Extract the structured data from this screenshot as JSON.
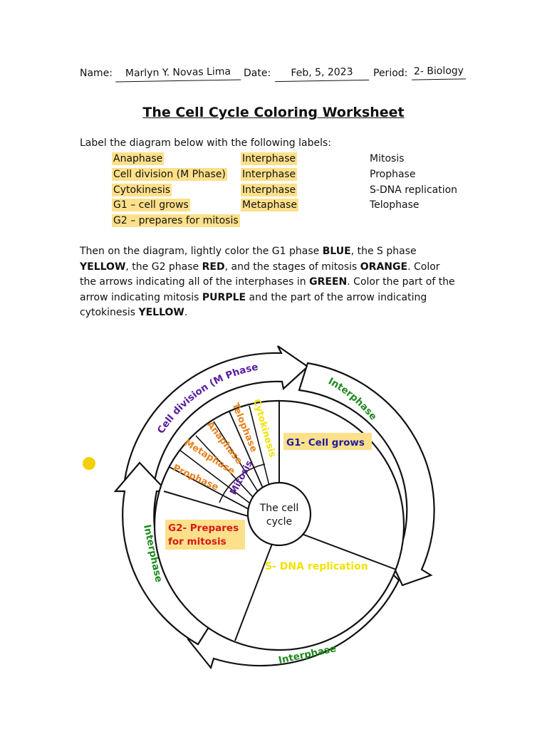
{
  "header": {
    "name_label": "Name:",
    "name_value": "Marlyn Y. Novas Lima",
    "date_label": "Date:",
    "date_value": "Feb, 5, 2023",
    "period_label": "Period:",
    "period_value": "2- Biology"
  },
  "title": "The Cell Cycle Coloring Worksheet",
  "instruction": "Label the diagram below with the following labels:",
  "labels": {
    "col1": [
      "Anaphase",
      "Cell division (M Phase)",
      "Cytokinesis",
      "G1 – cell grows",
      "G2 – prepares for mitosis"
    ],
    "col2": [
      "Interphase",
      "Interphase",
      "Interphase",
      "Metaphase"
    ],
    "col3": [
      "Mitosis",
      "Prophase",
      "S-DNA replication",
      "Telophase"
    ]
  },
  "paragraph": {
    "t1": "Then on the diagram, lightly color the G1 phase ",
    "b1": "BLUE",
    "t2": ", the S phase ",
    "b2": "YELLOW",
    "t3": ", the G2 phase ",
    "b3": "RED",
    "t4": ", and the stages of mitosis ",
    "b4": "ORANGE",
    "t5": ".  Color the arrows indicating all of the interphases in ",
    "b5": "GREEN",
    "t6": ".  Color the part of the arrow indicating mitosis ",
    "b6": "PURPLE",
    "t7": " and the part of the arrow indicating cytokinesis ",
    "b7": "YELLOW",
    "t8": "."
  },
  "diagram": {
    "center": "The cell cycle",
    "center_line1": "The cell",
    "center_line2": "cycle",
    "g1": "G1- Cell grows",
    "g2_line1": "G2- Prepares",
    "g2_line2": "for mitosis",
    "s": "S- DNA replication",
    "prophase": "Prophase",
    "metaphase": "Metaphase",
    "anaphase": "Anaphase",
    "telophase": "Telophase",
    "mitosis": "Mitosis",
    "cytokinesis": "Cytokinesis",
    "cell_division": "Cell division (M Phase)",
    "interphase_top": "Interphase",
    "interphase_left": "Interphase",
    "interphase_bottom": "Interphase"
  },
  "colors": {
    "highlight": "#fde08a",
    "green": "#1e8a1e",
    "orange": "#e8821e",
    "purple": "#5b1d9e",
    "yellow": "#f2e200",
    "red": "#d61a1a",
    "blue": "#1c1c9e",
    "dot": "#f2d000"
  }
}
